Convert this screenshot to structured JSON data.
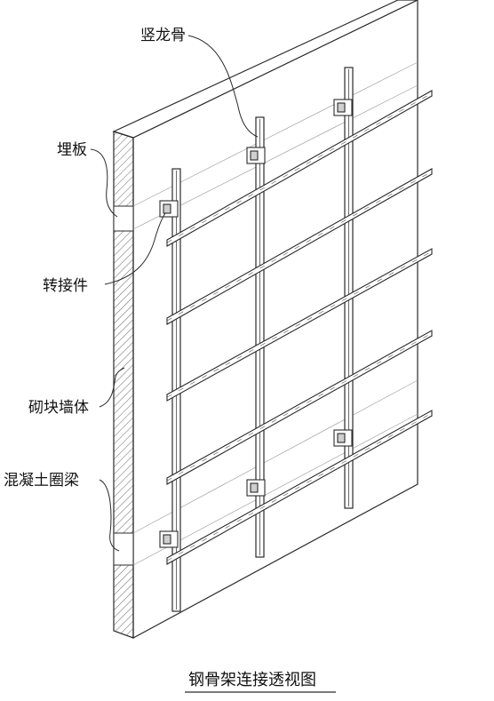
{
  "labels": {
    "vertical_keel": "竖龙骨",
    "embed_plate": "埋板",
    "adapter": "转接件",
    "block_wall": "砌块墙体",
    "ring_beam": "混凝土圈梁"
  },
  "caption": "钢骨架连接透视图",
  "colors": {
    "line": "#2a2a2a",
    "hatch": "#555555",
    "light": "#9a9a9a",
    "background": "#ffffff"
  }
}
